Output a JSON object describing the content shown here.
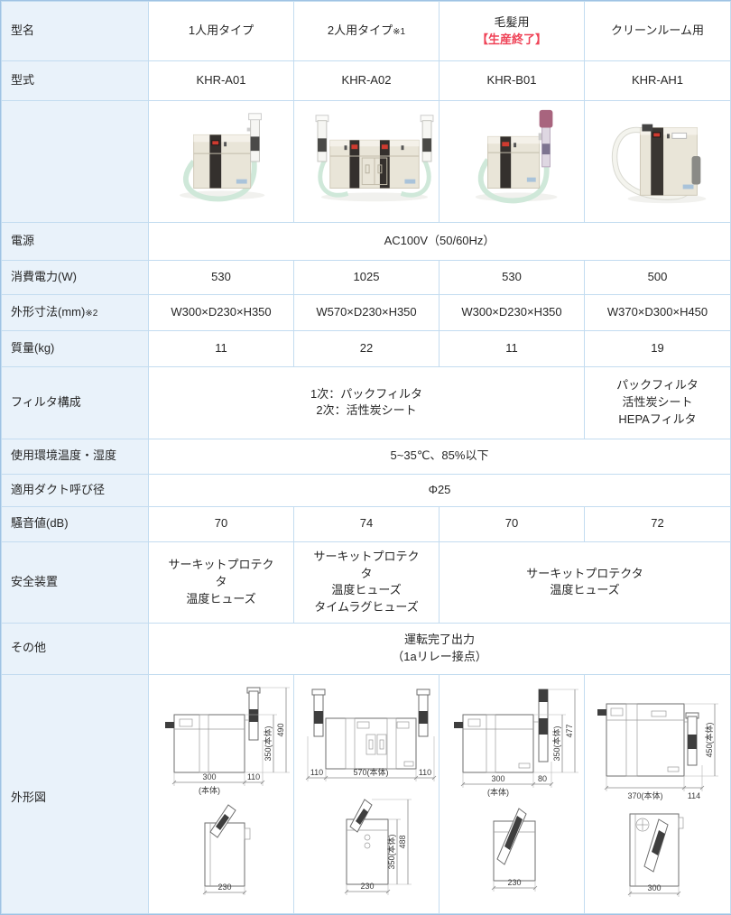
{
  "colors": {
    "label_bg": "#e9f2fa",
    "grid_border": "#c3dcf0",
    "outer_border": "#9fc3e3",
    "discontinued_red": "#ef4458",
    "hose_green": "#cfe8d9",
    "led_red": "#cf3b30",
    "body_beige": "#e9e5d8"
  },
  "header": {
    "label": "型名",
    "cols": [
      {
        "title": "1人用タイプ",
        "note": "",
        "status": ""
      },
      {
        "title": "2人用タイプ",
        "note": "※1",
        "status": ""
      },
      {
        "title": "毛髪用",
        "note": "",
        "status": "【生産終了】"
      },
      {
        "title": "クリーンルーム用",
        "note": "",
        "status": ""
      }
    ]
  },
  "model_row": {
    "label": "型式",
    "values": [
      "KHR-A01",
      "KHR-A02",
      "KHR-B01",
      "KHR-AH1"
    ]
  },
  "power_row": {
    "label": "電源",
    "value": "AC100V（50/60Hz）"
  },
  "consumption_row": {
    "label": "消費電力(W)",
    "values": [
      "530",
      "1025",
      "530",
      "500"
    ]
  },
  "dimensions_row": {
    "label": "外形寸法(mm)",
    "note": "※2",
    "values": [
      "W300×D230×H350",
      "W570×D230×H350",
      "W300×D230×H350",
      "W370×D300×H450"
    ]
  },
  "weight_row": {
    "label": "質量(kg)",
    "values": [
      "11",
      "22",
      "11",
      "19"
    ]
  },
  "filter_row": {
    "label": "フィルタ構成",
    "merged_value": "1次：パックフィルタ\n2次：活性炭シート",
    "last_value": "パックフィルタ\n活性炭シート\nHEPAフィルタ"
  },
  "environment_row": {
    "label": "使用環境温度・湿度",
    "value": "5~35℃、85%以下"
  },
  "duct_row": {
    "label": "適用ダクト呼び径",
    "value": "Φ25"
  },
  "noise_row": {
    "label": "騒音値(dB)",
    "values": [
      "70",
      "74",
      "70",
      "72"
    ]
  },
  "safety_row": {
    "label": "安全装置",
    "col1": "サーキットプロテク\nタ\n温度ヒューズ",
    "col2": "サーキットプロテク\nタ\n温度ヒューズ\nタイムラグヒューズ",
    "col34": "サーキットプロテクタ\n温度ヒューズ"
  },
  "other_row": {
    "label": "その他",
    "value": "運転完了出力\n（1aリレー接点）"
  },
  "drawing_row": {
    "label": "外形図",
    "cols": [
      {
        "front": {
          "w_body": "300",
          "w_body_note": "(本体)",
          "w_hand": "110",
          "h_body": "350(本体)",
          "h_total": "490"
        },
        "side": {
          "w": "230"
        }
      },
      {
        "front": {
          "w_left": "110",
          "w_body": "570(本体)",
          "w_right": "110"
        },
        "side": {
          "w": "230",
          "h_body": "350(本体)",
          "h_total": "488"
        }
      },
      {
        "front": {
          "w_body": "300",
          "w_body_note": "(本体)",
          "w_hand": "80",
          "h_body": "350(本体)",
          "h_total": "477"
        },
        "side": {
          "w": "230"
        }
      },
      {
        "front": {
          "w_body": "370(本体)",
          "w_hand": "114",
          "h_body": "450(本体)"
        },
        "side": {
          "w": "300"
        }
      }
    ]
  }
}
